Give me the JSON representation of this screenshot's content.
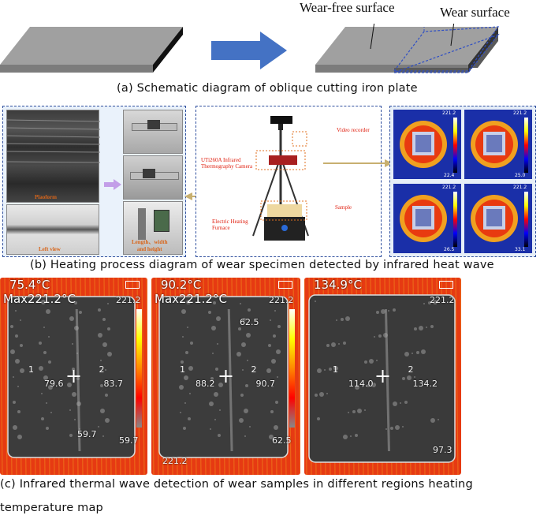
{
  "panel_a": {
    "label_wear_free": "Wear-free surface",
    "label_wear": "Wear surface",
    "caption": "(a) Schematic diagram of oblique cutting iron plate"
  },
  "panel_b": {
    "photo_labels": {
      "platform": "Plaoform",
      "left_view": "Left view",
      "dims": "Length、width\nand height"
    },
    "setup_labels": {
      "video": "Video recorder",
      "camera": "UTi260A Infrared\nThermography Camera",
      "sample": "Sample",
      "furnace": "Electric Heating\nFurnace"
    },
    "thermal_grid": [
      {
        "max": "221.2",
        "min": "22.4"
      },
      {
        "max": "221.2",
        "min": "25.0"
      },
      {
        "max": "221.2",
        "min": "26.5"
      },
      {
        "max": "221.2",
        "min": "33.1"
      }
    ],
    "caption": "(b) Heating process diagram of wear specimen detected by infrared heat wave"
  },
  "panel_c": {
    "maps": [
      {
        "center_temp": "75.4°C",
        "max_label": "Max221.2°C",
        "scale_max": "221.2",
        "p1_label": "1",
        "p1_value": "79.6",
        "p2_label": "2",
        "p2_value": "83.7",
        "hot_value": "59.7",
        "scale_min": "59.7"
      },
      {
        "center_temp": "90.2°C",
        "max_label": "Max221.2°C",
        "scale_max": "221.2",
        "cold_value": "62.5",
        "p1_label": "1",
        "p1_value": "88.2",
        "p2_label": "2",
        "p2_value": "90.7",
        "low_left": "221.2",
        "scale_min": "62.5"
      },
      {
        "center_temp": "134.9°C",
        "scale_max": "221.2",
        "p1_label": "1",
        "p1_value": "114.0",
        "p2_label": "2",
        "p2_value": "134.2",
        "scale_min": "97.3"
      }
    ],
    "caption_line1": "(c) Infrared thermal wave detection of wear samples in different regions heating",
    "caption_line2": "temperature map"
  },
  "colors": {
    "plate_gray": "#8d8d8d",
    "arrow_blue": "#4472c4",
    "dash_blue": "#2f4f9e",
    "thermal_red": "#e63a12"
  }
}
